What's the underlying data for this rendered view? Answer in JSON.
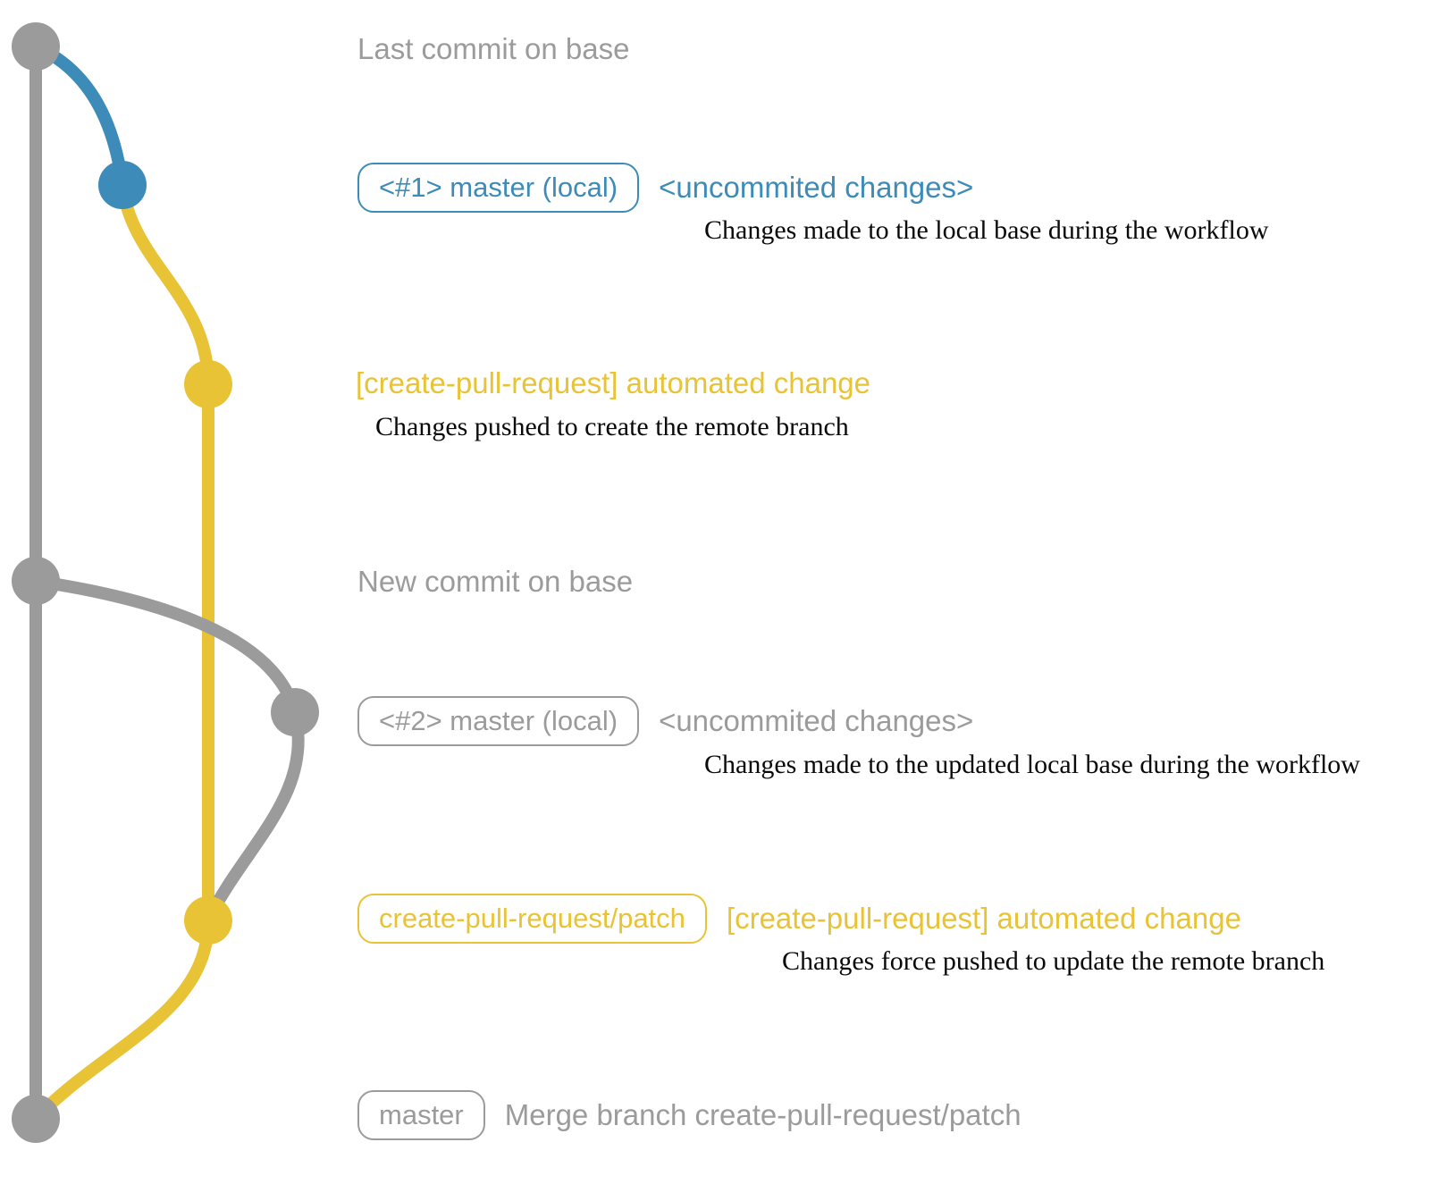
{
  "colors": {
    "gray": "#9b9b9b",
    "blue": "#3d8bb8",
    "yellow": "#e9c336",
    "dark": "#0a0a0a"
  },
  "graph": {
    "nodes": [
      {
        "name": "last-commit-on-base",
        "color": "gray"
      },
      {
        "name": "local-commit-1",
        "color": "blue"
      },
      {
        "name": "patch-commit-1",
        "color": "yellow"
      },
      {
        "name": "new-commit-on-base",
        "color": "gray"
      },
      {
        "name": "local-commit-2",
        "color": "gray"
      },
      {
        "name": "patch-commit-2",
        "color": "yellow"
      },
      {
        "name": "merge-commit",
        "color": "gray"
      }
    ]
  },
  "annotations": {
    "row1": {
      "title": "Last commit on base"
    },
    "row2": {
      "badge": "<#1> master (local)",
      "label": "<uncommited changes>",
      "desc": "Changes made to the local base during the workflow"
    },
    "row3": {
      "label": "[create-pull-request] automated change",
      "desc": "Changes pushed to create the remote branch"
    },
    "row4": {
      "title": "New commit on base"
    },
    "row5": {
      "badge": "<#2> master (local)",
      "label": "<uncommited changes>",
      "desc": "Changes made to the updated local base during the workflow"
    },
    "row6": {
      "badge": "create-pull-request/patch",
      "label": "[create-pull-request] automated change",
      "desc": "Changes force pushed to update the remote branch"
    },
    "row7": {
      "badge": "master",
      "label": "Merge branch create-pull-request/patch"
    }
  }
}
